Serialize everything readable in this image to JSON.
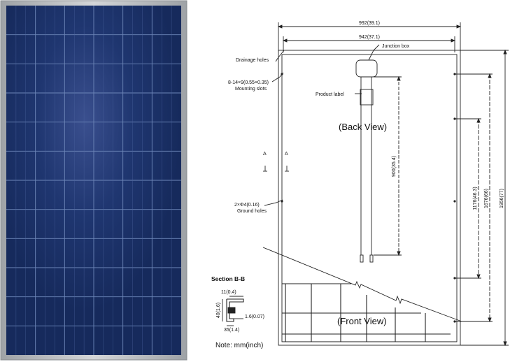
{
  "drawing": {
    "labels": {
      "drainage_holes": "Drainage holes",
      "mounting_slots_spec": "8-14×9(0.55×0.35)",
      "mounting_slots": "Mounting slots",
      "junction_box": "Junction box",
      "product_label": "Product label",
      "back_view": "(Back View)",
      "front_view": "(Front View)",
      "ground_holes_spec": "2×Φ4(0.16)",
      "ground_holes": "Ground holes",
      "section_a": "A",
      "section_title": "Section  B-B",
      "note": "Note:  mm(inch)"
    },
    "dimensions": {
      "overall_width": "992(39.1)",
      "inner_width": "942(37.1)",
      "cable_length": "900(35.4)",
      "mount_spacing_1": "1176(46.3)",
      "mount_spacing_2": "1676(66)",
      "overall_height": "1956(77)"
    },
    "section_dims": {
      "lip": "11(0.4)",
      "height": "40(1.6)",
      "thickness": "1.6(0.07)",
      "base": "35(1.4)"
    },
    "colors": {
      "panel_frame": "#b9bcbf",
      "panel_cell": "#1f3a78",
      "panel_grid": "#6d86b8",
      "line": "#222222"
    }
  }
}
